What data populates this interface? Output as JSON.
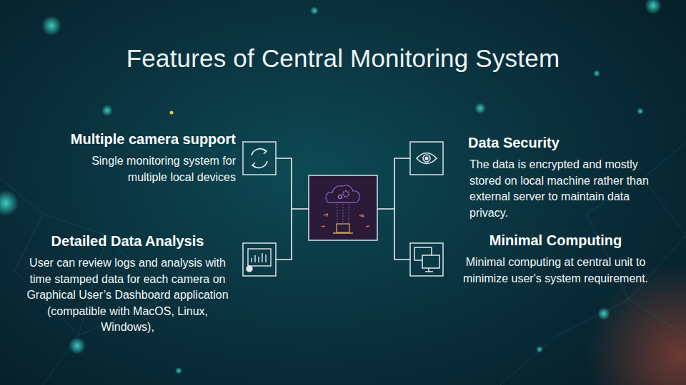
{
  "diagram": {
    "title": "Features of Central Monitoring System",
    "nodes": [
      {
        "text": [
          "Multiple camera support",
          "Single monitoring system for multiple local devices"
        ]
      },
      {
        "text": [
          "Data Security",
          "The data is encrypted and mostly stored on local machine rather than external server to maintain data privacy."
        ]
      },
      {
        "text": [
          "Detailed Data Analysis",
          "User can review logs and analysis with time stamped data for each camera on Graphical User’s Dashboard application (compatible with MacOS, Linux, Windows),"
        ]
      },
      {
        "text": [
          "Minimal Computing",
          "Minimal computing at central unit to minimize user's system requirement."
        ]
      }
    ]
  }
}
